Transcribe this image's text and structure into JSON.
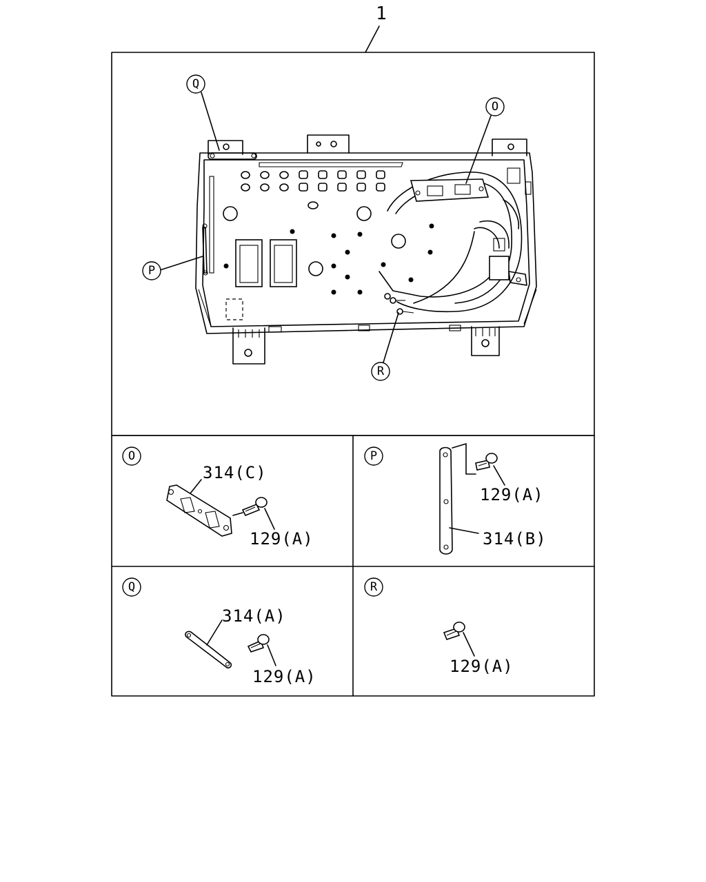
{
  "assembly": {
    "ref": "1"
  },
  "callouts": {
    "main": {
      "O": "O",
      "P": "P",
      "Q": "Q",
      "R": "R"
    }
  },
  "details": {
    "O": {
      "tag": "O",
      "parts": [
        "314(C)",
        "129(A)"
      ]
    },
    "P": {
      "tag": "P",
      "parts": [
        "129(A)",
        "314(B)"
      ]
    },
    "Q": {
      "tag": "Q",
      "parts": [
        "314(A)",
        "129(A)"
      ]
    },
    "R": {
      "tag": "R",
      "parts": [
        "129(A)"
      ]
    }
  }
}
